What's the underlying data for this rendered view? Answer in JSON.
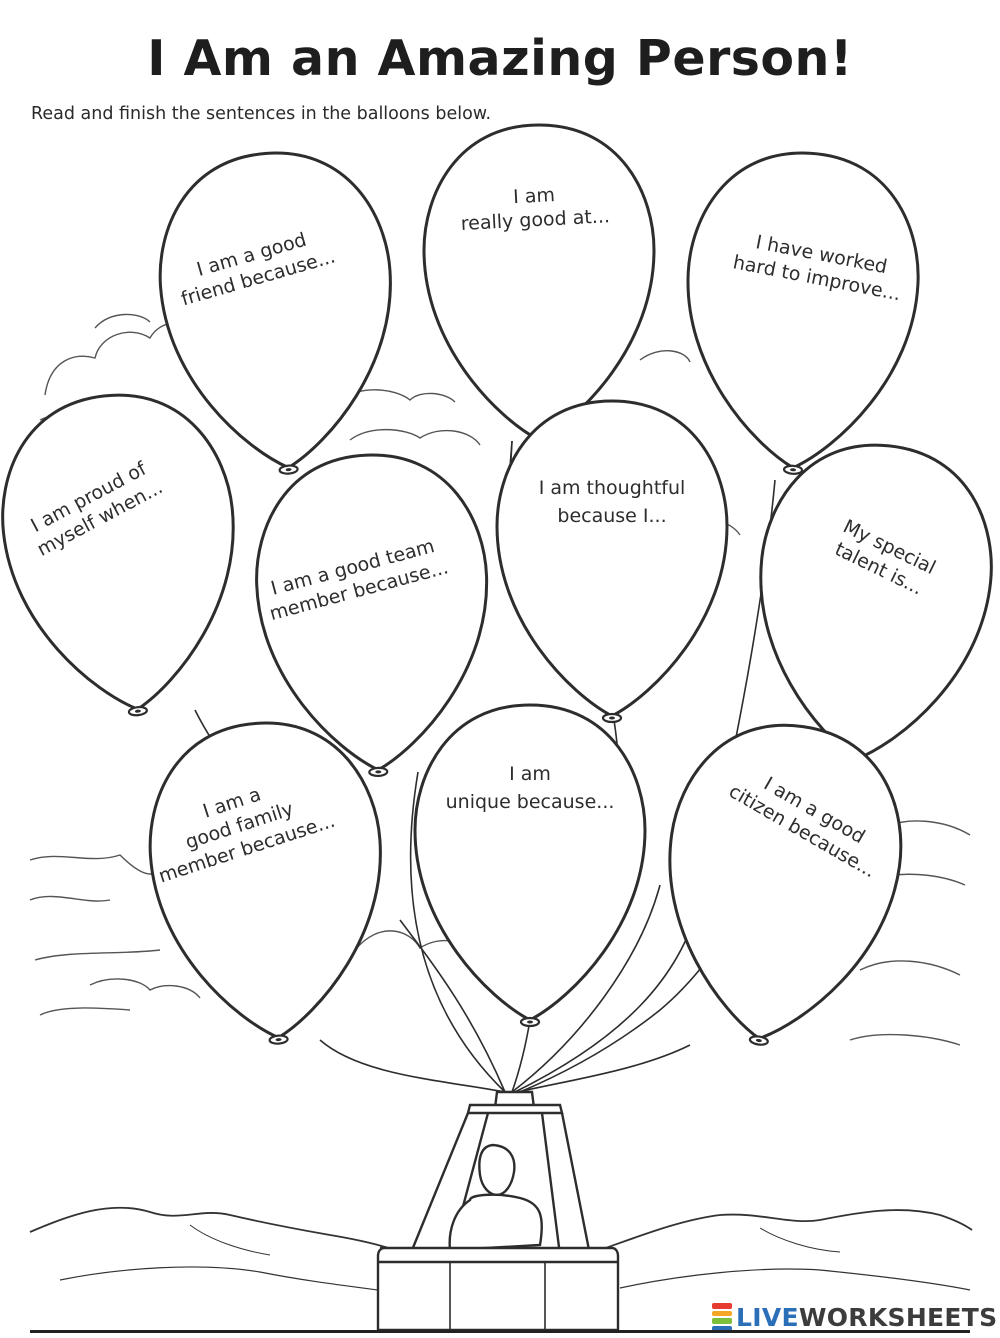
{
  "worksheet": {
    "title": "I Am an Amazing Person!",
    "instruction": "Read and finish the sentences in the balloons below."
  },
  "balloons": [
    {
      "id": "good-friend",
      "lines": [
        "I am a good",
        "friend because..."
      ]
    },
    {
      "id": "really-good-at",
      "lines": [
        "I am",
        "really good at..."
      ]
    },
    {
      "id": "worked-hard",
      "lines": [
        "I have worked",
        "hard to improve..."
      ]
    },
    {
      "id": "proud",
      "lines": [
        "I am proud of",
        "myself when..."
      ]
    },
    {
      "id": "team-member",
      "lines": [
        "I am a good team",
        "member because..."
      ]
    },
    {
      "id": "thoughtful",
      "lines": [
        "I am thoughtful",
        "because I..."
      ]
    },
    {
      "id": "special-talent",
      "lines": [
        "My special",
        "talent is..."
      ]
    },
    {
      "id": "family-member",
      "lines": [
        "I am a",
        "good family",
        "member because..."
      ]
    },
    {
      "id": "unique",
      "lines": [
        "I am",
        "unique because..."
      ]
    },
    {
      "id": "citizen",
      "lines": [
        "I am a good",
        "citizen because..."
      ]
    }
  ],
  "branding": {
    "name_prefix": "LIVE",
    "name_suffix": "WORKSHEETS",
    "colors": {
      "primary": "#2b6fb8",
      "text": "#3c3c3c"
    }
  },
  "colors": {
    "ink": "#2d2d2d",
    "paper": "#ffffff"
  }
}
